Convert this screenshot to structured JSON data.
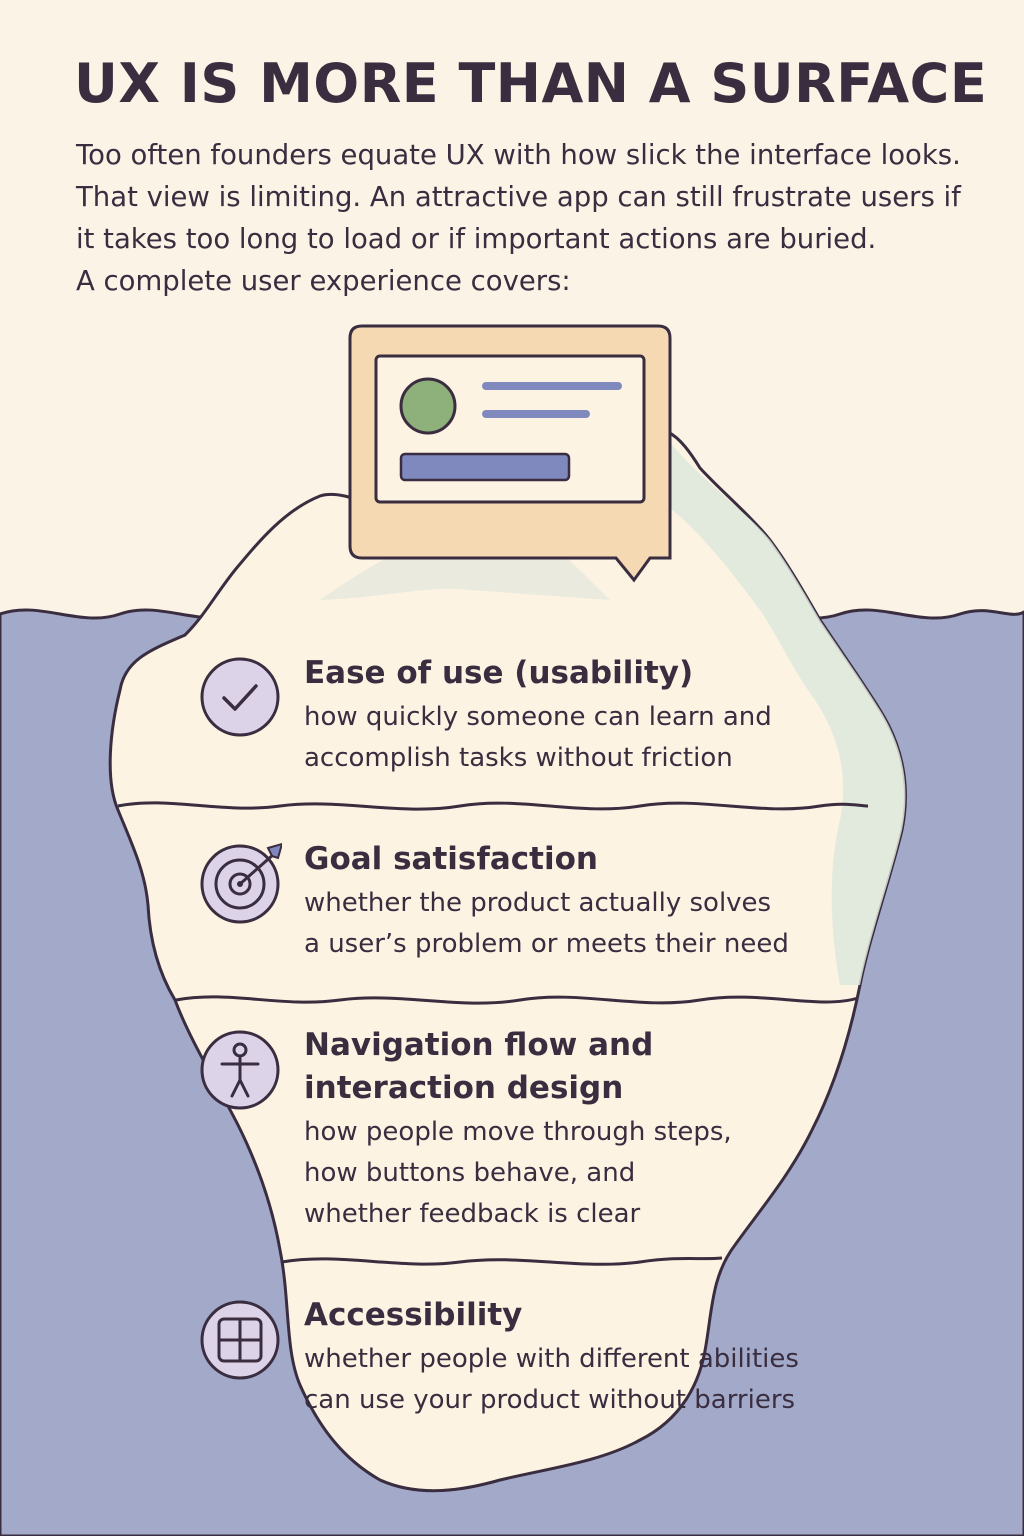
{
  "title": "UX IS MORE THAN A SURFACE",
  "intro": [
    "Too often founders equate UX with how slick the interface looks.",
    "That view is limiting. An attractive app can still frustrate users if",
    "it takes too long to load or if important actions are buried.",
    "A complete user experience covers:"
  ],
  "colors": {
    "background": "#fbf4e6",
    "water": "#a3aac9",
    "ice": "#fcf3e2",
    "ice_shadow": "#dde6dc",
    "outline": "#3a2d40",
    "icon_fill": "#ddd3e8",
    "card": "#f4d9b3",
    "avatar": "#8eb07a",
    "ui_bar": "#8089bd"
  },
  "layers": [
    {
      "icon": "checkmark-icon",
      "heading": "Ease of use (usability)",
      "description": [
        "how quickly someone can learn and",
        "accomplish tasks without friction"
      ]
    },
    {
      "icon": "target-icon",
      "heading": "Goal satisfaction",
      "description": [
        "whether the product actually solves",
        "a user’s problem or meets their need"
      ]
    },
    {
      "icon": "person-icon",
      "heading": [
        "Navigation flow and",
        "interaction design"
      ],
      "description": [
        "how people move through steps,",
        "how buttons behave, and",
        "whether feedback is clear"
      ]
    },
    {
      "icon": "grid-icon",
      "heading": "Accessibility",
      "description": [
        "whether people with different abilities",
        "can use your product without barriers"
      ]
    }
  ]
}
